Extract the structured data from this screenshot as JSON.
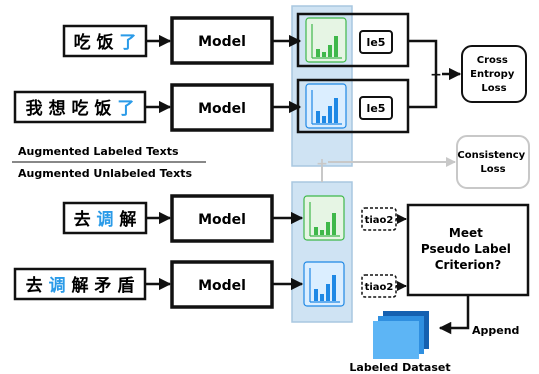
{
  "inputs": {
    "labeled_1": {
      "chars": [
        "吃",
        "饭",
        "了"
      ],
      "highlight_index": 2
    },
    "labeled_2": {
      "chars": [
        "我",
        "想",
        "吃",
        "饭",
        "了"
      ],
      "highlight_index": 4
    },
    "unlabeled_1": {
      "chars": [
        "去",
        "调",
        "解"
      ],
      "highlight_index": 1
    },
    "unlabeled_2": {
      "chars": [
        "去",
        "调",
        "解",
        "矛",
        "盾"
      ],
      "highlight_index": 1
    }
  },
  "model_label": "Model",
  "labels": {
    "label_1": "le5",
    "label_2": "le5",
    "pseudo_1": "tiao2",
    "pseudo_2": "tiao2"
  },
  "plus_sign": "+",
  "losses": {
    "cross_entropy": [
      "Cross",
      "Entropy",
      "Loss"
    ],
    "consistency": [
      "Consistency",
      "Loss"
    ]
  },
  "section_labels": {
    "labeled": "Augmented Labeled Texts",
    "unlabeled": "Augmented Unlabeled Texts"
  },
  "criterion": [
    "Meet",
    "Pseudo Label",
    "Criterion?"
  ],
  "append_label": "Append",
  "dataset_label": "Labeled Dataset",
  "colors": {
    "highlight": "#2b9be8",
    "green_bars": "#3fb84a",
    "blue_bars": "#1e88e5",
    "column_fill": "#cfe3f3",
    "column_stroke": "#a9c7e0",
    "grey": "#c8c8c8",
    "dataset": "#2f8fe0"
  }
}
